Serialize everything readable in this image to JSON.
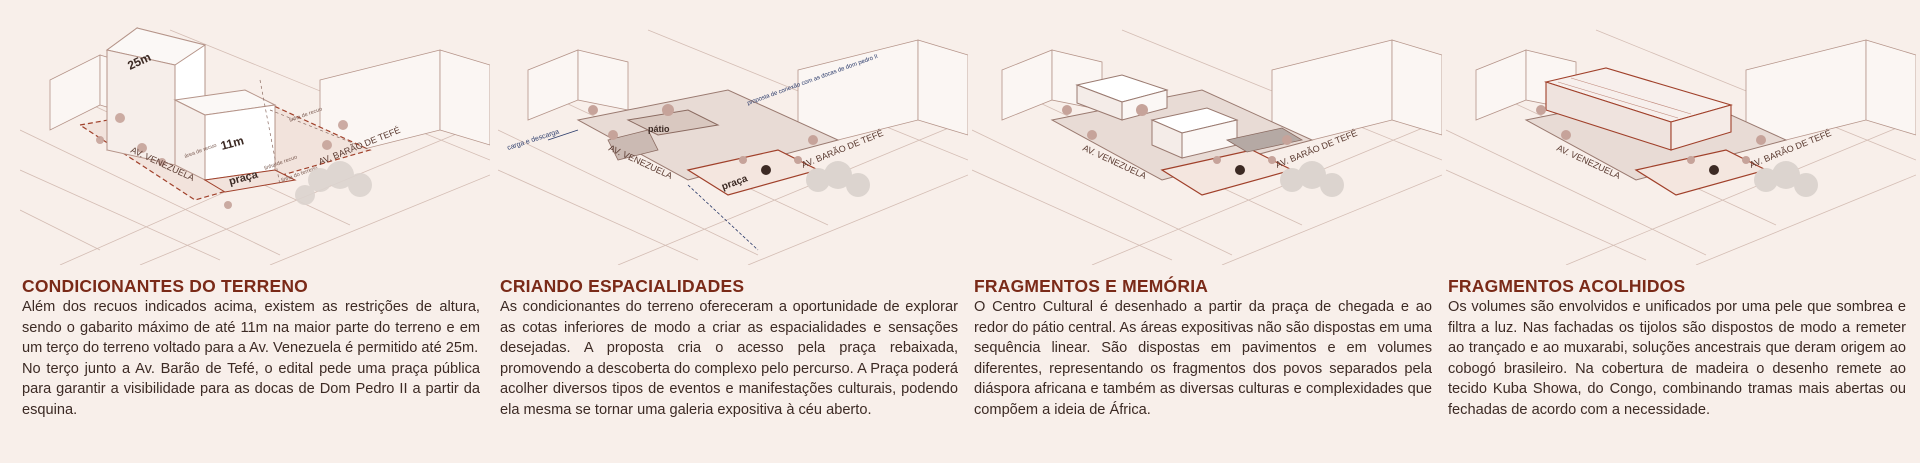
{
  "panels": [
    {
      "title": "CONDICIONANTES DO TERRENO",
      "paragraphs": [
        "Além dos recuos indicados acima, existem as restrições de altura, sendo o gabarito máximo de até 11m na maior parte do terreno e em um terço do terreno voltado para a Av. Venezuela é permitido até 25m.",
        "No terço junto a Av. Barão de Tefé, o edital pede uma praça pública para garantir a visibilidade para as docas de Dom Pedro II a partir da esquina."
      ],
      "labels": {
        "height_25": "25m",
        "height_11": "11m",
        "praca": "praça",
        "street_left": "AV. VENEZUELA",
        "street_right": "AV. BARÃO DE TEFÉ",
        "setback_a": "linha de recuo",
        "setback_b": "linha de recuo",
        "setback_c": "linha do terreno",
        "setback_d": "área de recuo"
      }
    },
    {
      "title": "CRIANDO ESPACIALIDADES",
      "paragraphs": [
        "As condicionantes do terreno ofereceram a oportunidade de explorar as cotas inferiores de modo a criar as espacialidades e sensações desejadas. A proposta cria o acesso pela praça rebaixada, promovendo a descoberta do complexo pelo percurso. A Praça poderá acolher diversos tipos de eventos e manifestações culturais, podendo ela mesma se tornar uma galeria expositiva à céu aberto."
      ],
      "labels": {
        "patio": "pátio",
        "praca": "praça",
        "street_left": "AV. VENEZUELA",
        "street_right": "AV. BARÃO DE TEFÉ",
        "carga": "carga e descarga",
        "conexao": "proposta de conexão com as docas de dom pedro II"
      }
    },
    {
      "title": "FRAGMENTOS E MEMÓRIA",
      "paragraphs": [
        "O Centro Cultural é desenhado a partir da praça de chegada e ao redor do pátio central. As áreas expositivas não são dispostas em uma sequência linear. São dispostas em pavimentos e em volumes diferentes, representando os fragmentos dos povos separados pela diáspora africana e também as diversas culturas e complexidades que compõem a ideia de África."
      ],
      "labels": {
        "street_left": "AV. VENEZUELA",
        "street_right": "AV. BARÃO DE TEFÉ"
      }
    },
    {
      "title": "FRAGMENTOS ACOLHIDOS",
      "paragraphs": [
        "Os volumes são envolvidos e unificados por uma pele que sombrea e filtra a luz. Nas fachadas os tijolos são dispostos de modo a remeter ao trançado e ao muxarabi, soluções ancestrais que deram origem ao cobogó brasileiro. Na cobertura de madeira o desenho remete ao tecido Kuba Showa, do Congo, combinando tramas mais abertas ou fechadas de acordo com a necessidade."
      ],
      "labels": {
        "street_left": "AV. VENEZUELA",
        "street_right": "AV. BARÃO DE TEFÉ"
      }
    }
  ],
  "colors": {
    "background": "#f8efea",
    "title": "#7a2a18",
    "text": "#3c2a24",
    "line": "#b59489",
    "accent": "#a0402a",
    "tree": "#c6a39a"
  }
}
